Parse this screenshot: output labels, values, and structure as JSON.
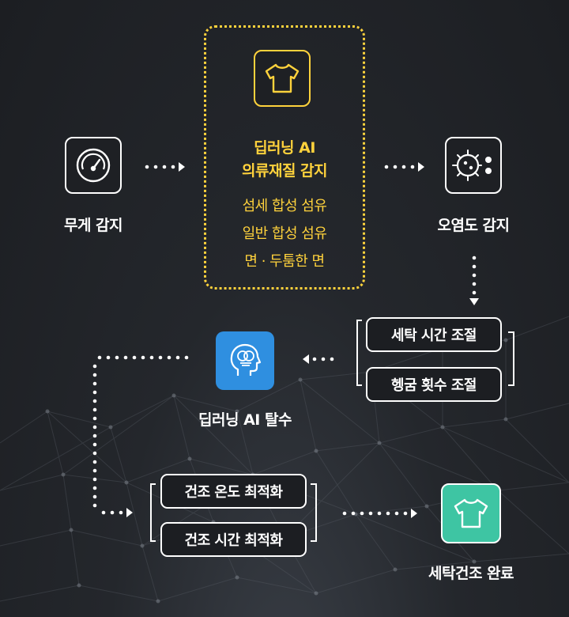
{
  "nodes": {
    "weight": {
      "label": "무게 감지",
      "icon": "gauge-icon"
    },
    "ai_fabric": {
      "title_line1": "딥러닝 AI",
      "title_line2": "의류재질 감지",
      "icon": "tshirt-icon",
      "items": [
        "섬세 합성 섬유",
        "일반 합성 섬유",
        "면 · 두툼한 면"
      ]
    },
    "soil": {
      "label": "오염도 감지",
      "icon": "germ-icon"
    },
    "wash_adjust": {
      "items": [
        "세탁 시간 조절",
        "헹굼 횟수 조절"
      ]
    },
    "ai_spin": {
      "label": "딥러닝 AI 탈수",
      "icon": "ai-head-icon"
    },
    "dry_optimize": {
      "items": [
        "건조 온도 최적화",
        "건조 시간 최적화"
      ]
    },
    "done": {
      "label": "세탁건조 완료",
      "icon": "tshirt-icon"
    }
  },
  "colors": {
    "accent_yellow": "#ffd23c",
    "ai_blue": "#2f8fe0",
    "done_teal": "#3ec5a3",
    "background": "#1f2125"
  }
}
